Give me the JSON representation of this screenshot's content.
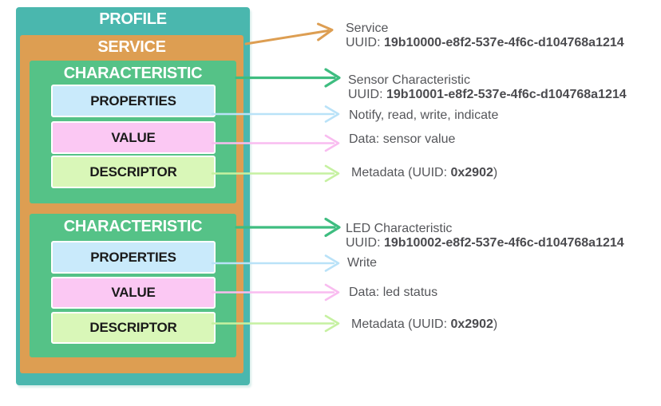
{
  "diagram": {
    "profile_label": "PROFILE",
    "service_label": "SERVICE",
    "characteristics": [
      {
        "title": "CHARACTERISTIC",
        "properties_label": "PROPERTIES",
        "value_label": "VALUE",
        "descriptor_label": "DESCRIPTOR"
      },
      {
        "title": "CHARACTERISTIC",
        "properties_label": "PROPERTIES",
        "value_label": "VALUE",
        "descriptor_label": "DESCRIPTOR"
      }
    ]
  },
  "annotations": [
    {
      "id": "service",
      "lines": [
        {
          "pre": "Service",
          "bold": "",
          "post": ""
        },
        {
          "pre": "UUID: ",
          "bold": "19b10000-e8f2-537e-4f6c-d104768a1214",
          "post": ""
        }
      ]
    },
    {
      "id": "sensor-characteristic",
      "lines": [
        {
          "pre": "Sensor Characteristic",
          "bold": "",
          "post": ""
        },
        {
          "pre": "UUID: ",
          "bold": "19b10001-e8f2-537e-4f6c-d104768a1214",
          "post": ""
        }
      ]
    },
    {
      "id": "sensor-properties",
      "lines": [
        {
          "pre": "Notify, read, write, indicate",
          "bold": "",
          "post": ""
        }
      ]
    },
    {
      "id": "sensor-value",
      "lines": [
        {
          "pre": "Data: sensor value",
          "bold": "",
          "post": ""
        }
      ]
    },
    {
      "id": "sensor-descriptor",
      "lines": [
        {
          "pre": "Metadata (UUID: ",
          "bold": "0x2902",
          "post": ")"
        }
      ]
    },
    {
      "id": "led-characteristic",
      "lines": [
        {
          "pre": "LED Characteristic",
          "bold": "",
          "post": ""
        },
        {
          "pre": "UUID: ",
          "bold": "19b10002-e8f2-537e-4f6c-d104768a1214",
          "post": ""
        }
      ]
    },
    {
      "id": "led-properties",
      "lines": [
        {
          "pre": "Write",
          "bold": "",
          "post": ""
        }
      ]
    },
    {
      "id": "led-value",
      "lines": [
        {
          "pre": "Data: led status",
          "bold": "",
          "post": ""
        }
      ]
    },
    {
      "id": "led-descriptor",
      "lines": [
        {
          "pre": "Metadata (UUID: ",
          "bold": "0x2902",
          "post": ")"
        }
      ]
    }
  ],
  "colors": {
    "profile_teal": "#4ab7ae",
    "service_orange": "#dd9e52",
    "characteristic_green": "#55c287",
    "properties_blue": "#c9eafb",
    "value_pink": "#fbc8f3",
    "descriptor_light_green": "#d9f7b8",
    "arrow_orange": "#dd9e52",
    "arrow_green": "#3ebd80",
    "arrow_blue": "#b9e2f8",
    "arrow_pink": "#f9bcf0",
    "arrow_light_green": "#c6f1a1",
    "annotation_text_gray": "#55565a"
  }
}
